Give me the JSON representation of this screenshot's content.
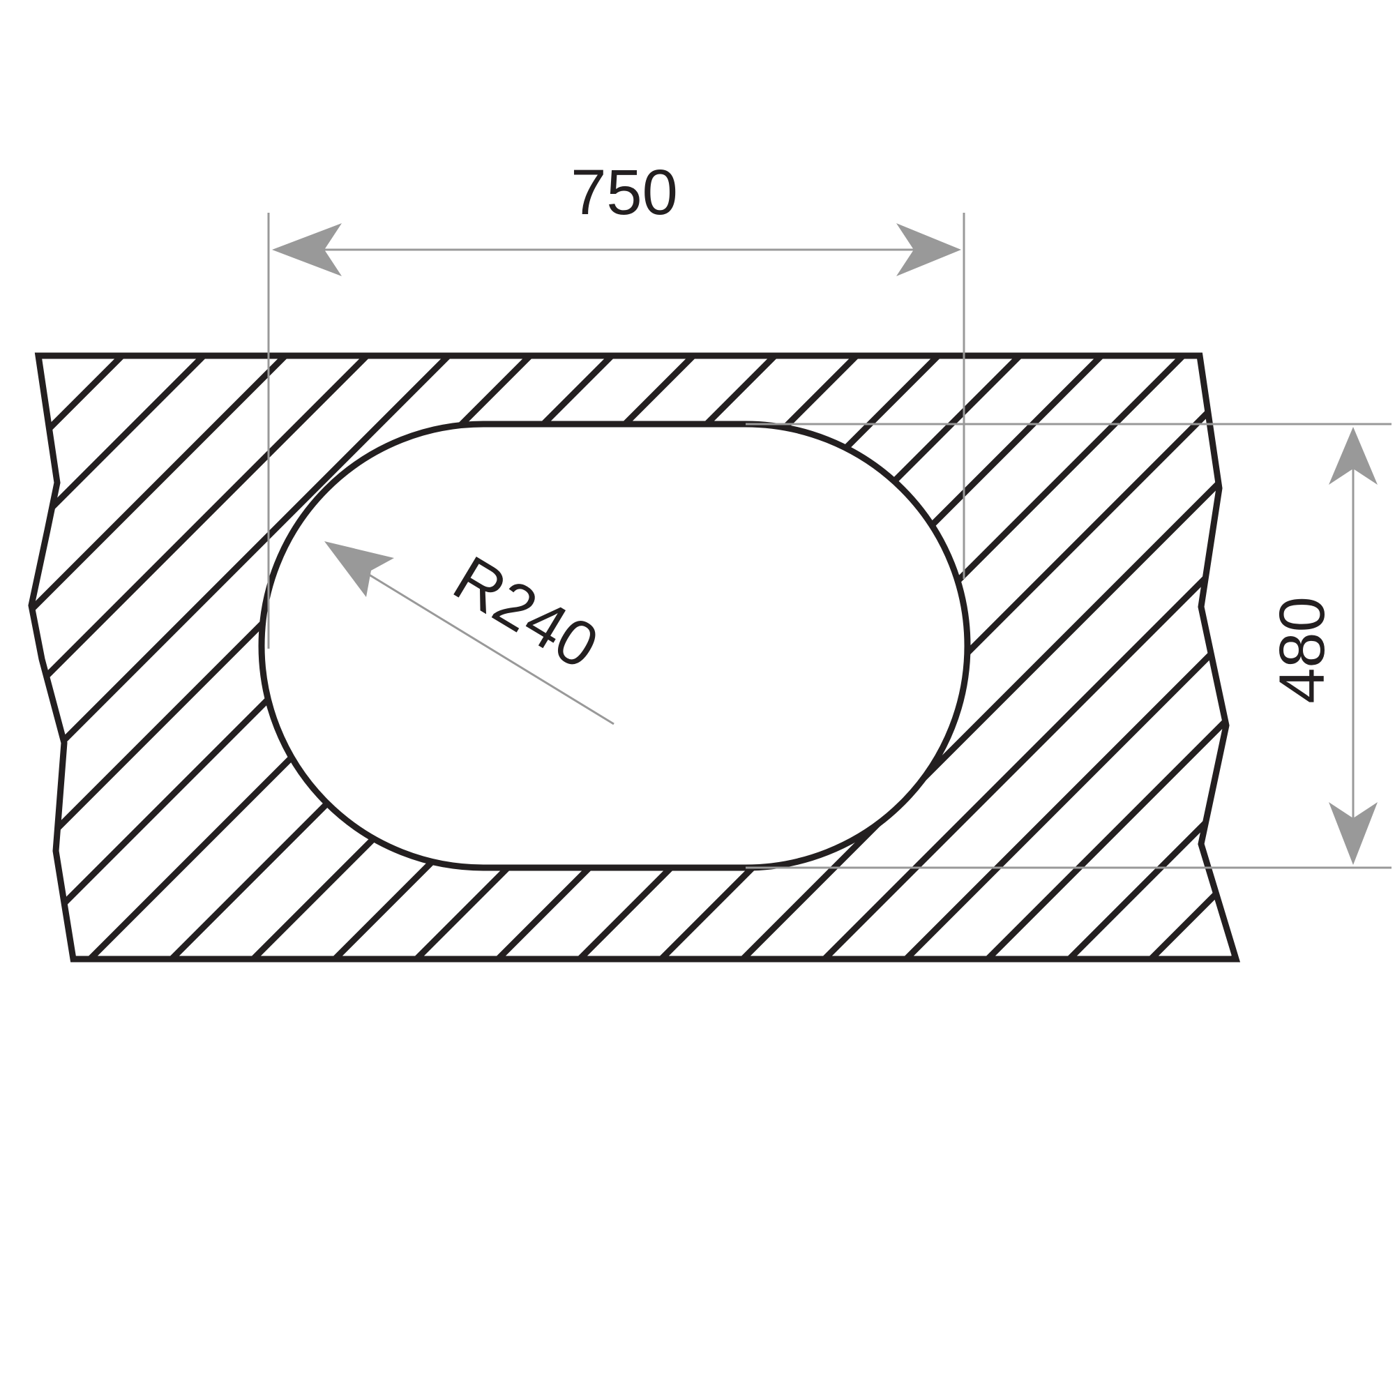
{
  "dimensions": {
    "width_label": "750",
    "height_label": "480",
    "radius_label": "R240"
  },
  "colors": {
    "outline": "#231f20",
    "dimension_lines": "#999999",
    "background": "#ffffff"
  },
  "icons": {
    "arrowhead": "dimension-arrowhead"
  }
}
